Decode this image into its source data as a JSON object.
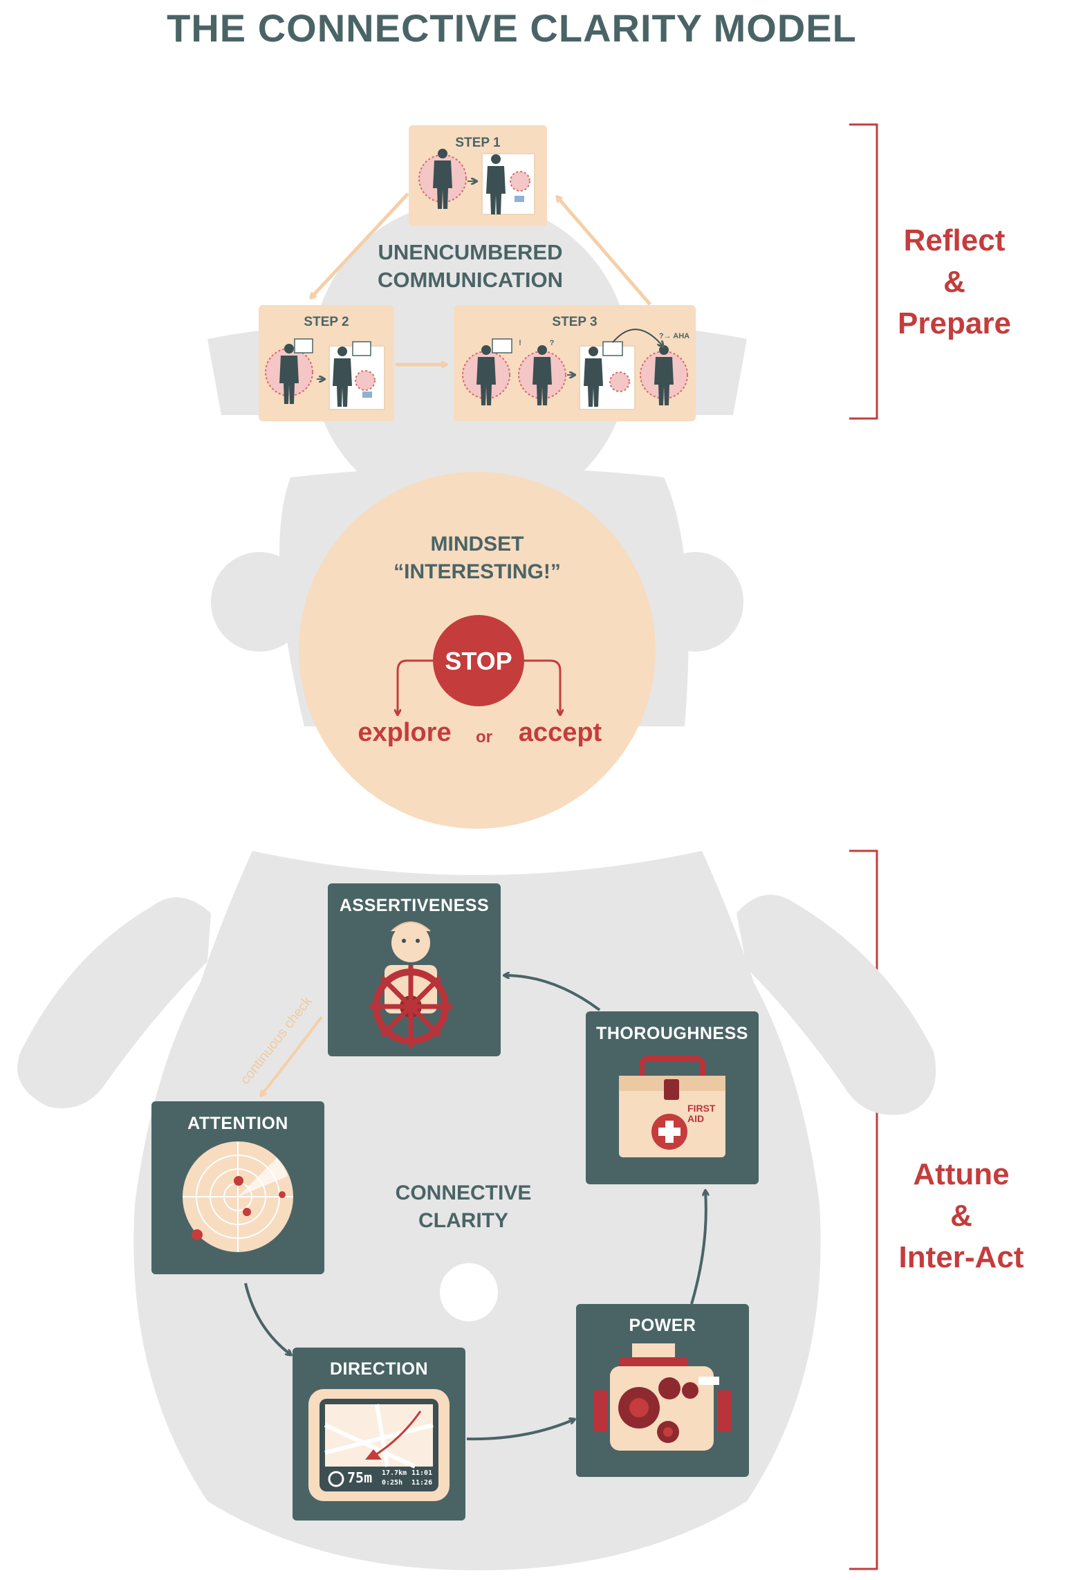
{
  "title": "THE CONNECTIVE CLARITY MODEL",
  "colors": {
    "teal": "#4a6466",
    "red": "#c43c3c",
    "peach": "#f7dcc0",
    "gray": "#e6e6e6",
    "card": "#4a6466"
  },
  "reflect": {
    "steps": [
      {
        "label": "STEP 1"
      },
      {
        "label": "STEP 2"
      },
      {
        "label": "STEP 3"
      }
    ],
    "center_lines": [
      "UNENCUMBERED",
      "COMMUNICATION"
    ],
    "annotations": {
      "aha": "?→ AHA",
      "q1": "?",
      "q2": "!"
    },
    "side_lines": [
      "Reflect",
      "&",
      "Prepare"
    ]
  },
  "mindset": {
    "lines": [
      "MINDSET",
      "“INTERESTING!”"
    ],
    "stop": "STOP",
    "explore": "explore",
    "or": "or",
    "accept": "accept"
  },
  "cycle": {
    "center_lines": [
      "CONNECTIVE",
      "CLARITY"
    ],
    "continuous_check": "continuous check",
    "cards": [
      {
        "id": "assertiveness",
        "label": "ASSERTIVENESS",
        "icon": "ship-wheel-captain-icon"
      },
      {
        "id": "thoroughness",
        "label": "THOROUGHNESS",
        "icon": "first-aid-kit-icon"
      },
      {
        "id": "power",
        "label": "POWER",
        "icon": "engine-icon"
      },
      {
        "id": "direction",
        "label": "DIRECTION",
        "icon": "gps-navigator-icon"
      },
      {
        "id": "attention",
        "label": "ATTENTION",
        "icon": "radar-icon"
      }
    ],
    "first_aid_lines": [
      "FIRST",
      "AID"
    ],
    "gps": {
      "speed": "75m",
      "dist": "17.7km",
      "time1": "0:25h",
      "clock1": "11:01",
      "clock2": "11:26"
    },
    "side_lines": [
      "Attune",
      "&",
      "Inter-Act"
    ]
  }
}
